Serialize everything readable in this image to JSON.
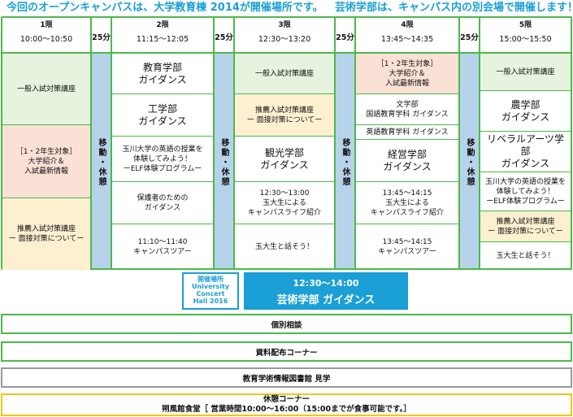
{
  "header": {
    "left": "今回のオープンキャンパスは、大学教育棟 2014が開催場所です。",
    "right": "芸術学部は、キャンパス内の別会場で開催します！"
  },
  "periods": [
    {
      "name": "1限",
      "time": "10:00〜10:50"
    },
    {
      "name": "2限",
      "time": "11:15〜12:05"
    },
    {
      "name": "3限",
      "time": "12:30〜13:20"
    },
    {
      "name": "4限",
      "time": "13:45〜14:35"
    },
    {
      "name": "5限",
      "time": "15:00〜15:50"
    }
  ],
  "break": {
    "duration": "25分",
    "label": "移動・休憩"
  },
  "col1": [
    "一般入試対策講座",
    "［1・2年生対象］",
    "大学紹介＆",
    "入試最新情報",
    "推薦入試対策講座",
    "ー 面接対策についてー"
  ],
  "col2": [
    "教育学部",
    "ガイダンス",
    "工学部",
    "ガイダンス",
    "玉川大学の英語の授業を",
    "体験してみよう！",
    "ーELF体験プログラムー",
    "保護者のための",
    "ガイダンス",
    "11:10〜11:40",
    "キャンパスツアー"
  ],
  "col3": [
    "一般入試対策講座",
    "推薦入試対策講座",
    "ー 面接対策についてー",
    "観光学部",
    "ガイダンス",
    "12:30〜13:00",
    "玉大生による",
    "キャンパスライフ紹介",
    "玉大生と話そう！"
  ],
  "col4": [
    "［1・2年生対象］",
    "大学紹介＆",
    "入試最新情報",
    "文学部",
    "国語教育学科 ガイダンス",
    "英語教育学科 ガイダンス",
    "経営学部",
    "ガイダンス",
    "13:45〜14:15",
    "玉大生による",
    "キャンパスライフ紹介",
    "13:45〜14:15",
    "キャンパスツアー"
  ],
  "col5": [
    "一般入試対策講座",
    "農学部",
    "ガイダンス",
    "リベラルアーツ学部",
    "ガイダンス",
    "玉川大学の英語の授業を",
    "体験してみよう！",
    "ーELF体験プログラムー",
    "推薦入試対策講座",
    "ー 面接対策についてー",
    "玉大生と話そう！"
  ],
  "venue": [
    "開催場所",
    "University",
    "Concert",
    "Hall 2016"
  ],
  "art": {
    "time": "12:30〜14:00",
    "title": "芸術学部 ガイダンス"
  },
  "bars": [
    "個別相談",
    "資料配布コーナー",
    "教育学術情報図書館 見学"
  ],
  "rest": {
    "title": "休憩コーナー",
    "detail": "朔風館食堂［ 営業時間10:00〜16:00（15:00までが食事可能です。］"
  }
}
